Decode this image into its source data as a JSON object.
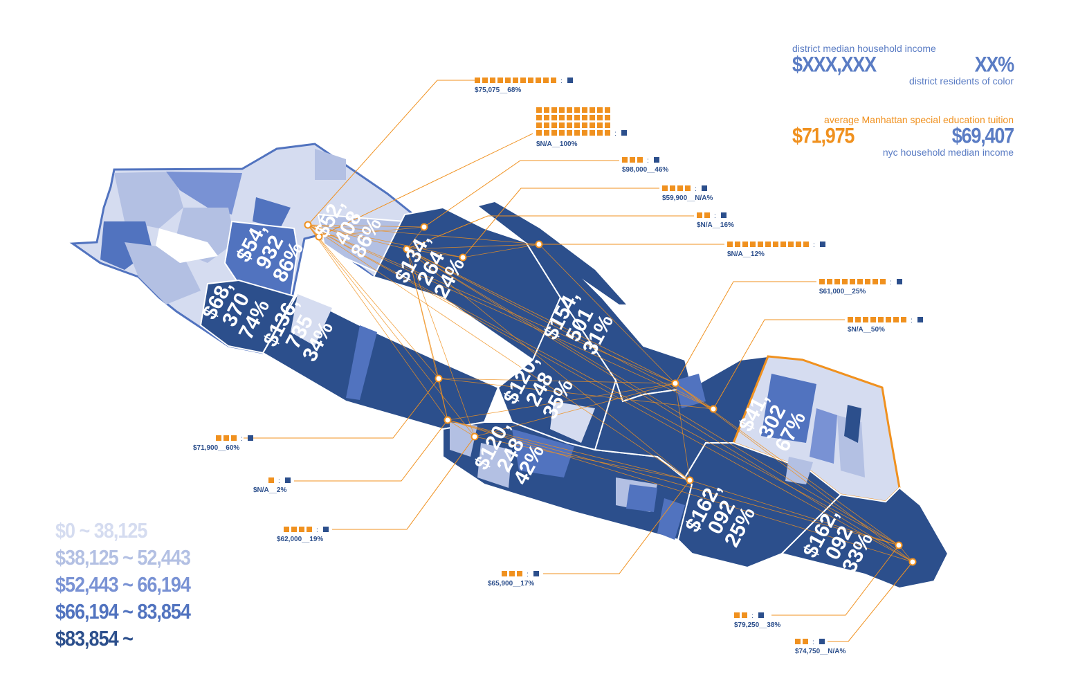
{
  "key": {
    "income_caption": "district median household income",
    "income_placeholder": "$XXX,XXX",
    "percent_placeholder": "XX%",
    "color_caption": "district residents of color",
    "tuition_caption": "average Manhattan special education tuition",
    "tuition_value": "$71,975",
    "nyc_income_value": "$69,407",
    "nyc_income_caption": "nyc household median income"
  },
  "income_bins": [
    {
      "label": "$0 ~ 38,125",
      "color": "#d5dcf0"
    },
    {
      "label": "$38,125 ~ 52,443",
      "color": "#b3c0e3"
    },
    {
      "label": "$52,443 ~ 66,194",
      "color": "#7992d4"
    },
    {
      "label": "$66,194 ~ 83,854",
      "color": "#5173bf"
    },
    {
      "label": "$83,854 ~",
      "color": "#2c4f8c"
    }
  ],
  "colors": {
    "accent_orange": "#f0911f",
    "dark_blue": "#2c4f8c",
    "mid_blue": "#5173bf",
    "light_blue": "#b3c0e3",
    "pale_blue": "#d5dcf0"
  },
  "districts": [
    {
      "income": "$54,",
      "income2": "932",
      "pct": "86%"
    },
    {
      "income": "$52,",
      "income2": "408",
      "pct": "86%"
    },
    {
      "income": "$134,",
      "income2": "264",
      "pct": "24%"
    },
    {
      "income": "$68,",
      "income2": "370",
      "pct": "74%"
    },
    {
      "income": "$136,",
      "income2": "735",
      "pct": "34%"
    },
    {
      "income": "$154,",
      "income2": "501",
      "pct": "31%"
    },
    {
      "income": "$120,",
      "income2": "248",
      "pct": "35%"
    },
    {
      "income": "$120,",
      "income2": "248",
      "pct": "42%"
    },
    {
      "income": "$41,",
      "income2": "302",
      "pct": "67%"
    },
    {
      "income": "$162,",
      "income2": "092",
      "pct": "25%"
    },
    {
      "income": "$162,",
      "income2": "092",
      "pct": "33%"
    }
  ],
  "schools": [
    {
      "label": "$75,075__68%",
      "squares": 11
    },
    {
      "label": "$N/A__100%",
      "squares": 40
    },
    {
      "label": "$98,000__46%",
      "squares": 3
    },
    {
      "label": "$59,900__N/A%",
      "squares": 4
    },
    {
      "label": "$N/A__16%",
      "squares": 2
    },
    {
      "label": "$N/A__12%",
      "squares": 11
    },
    {
      "label": "$61,000__25%",
      "squares": 9
    },
    {
      "label": "$N/A__50%",
      "squares": 8
    },
    {
      "label": "$71,900__60%",
      "squares": 3
    },
    {
      "label": "$N/A__2%",
      "squares": 1
    },
    {
      "label": "$62,000__19%",
      "squares": 4
    },
    {
      "label": "$65,900__17%",
      "squares": 3
    },
    {
      "label": "$79,250__38%",
      "squares": 2
    },
    {
      "label": "$74,750__N/A%",
      "squares": 2
    }
  ]
}
